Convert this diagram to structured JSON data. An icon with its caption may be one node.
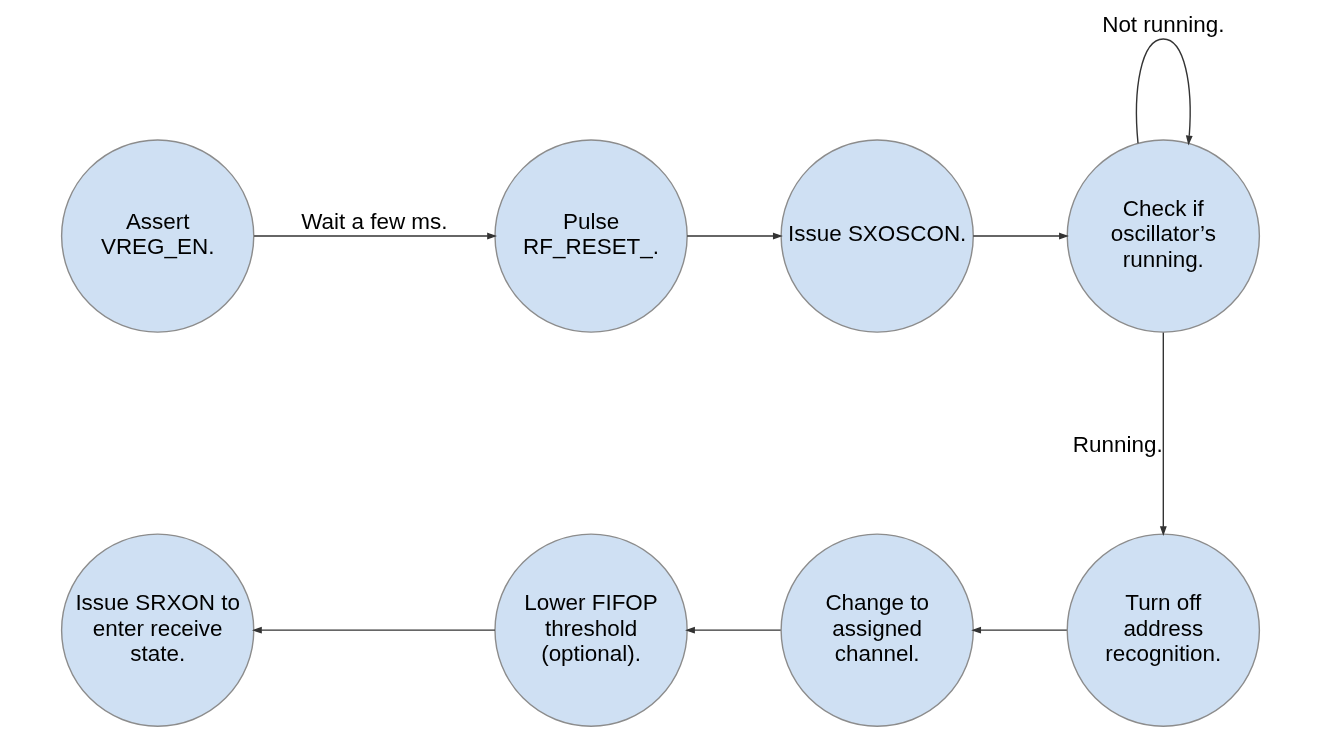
{
  "diagram": {
    "nodes": [
      {
        "text": [
          "Assert VREG_EN."
        ]
      },
      {
        "text": [
          "Pulse RF_RESET_."
        ]
      },
      {
        "text": [
          "Issue SXOSCON."
        ]
      },
      {
        "text": [
          "Check if oscillator’s running."
        ]
      },
      {
        "text": [
          "Turn off address recognition."
        ]
      },
      {
        "text": [
          "Change to assigned channel."
        ]
      },
      {
        "text": [
          "Lower FIFOP threshold (optional)."
        ]
      },
      {
        "text": [
          "Issue SRXON to enter receive state."
        ]
      }
    ],
    "edges": [
      {
        "from": 0,
        "to": 1,
        "arrow": "to",
        "label": "Wait a few ms."
      },
      {
        "from": 1,
        "to": 2,
        "arrow": "to"
      },
      {
        "from": 2,
        "to": 3,
        "arrow": "to"
      },
      {
        "from": 3,
        "to": 3,
        "arrow": "to",
        "label": "Not running."
      },
      {
        "from": 3,
        "to": 4,
        "arrow": "to",
        "label": "Running."
      },
      {
        "from": 4,
        "to": 5,
        "arrow": "to"
      },
      {
        "from": 5,
        "to": 6,
        "arrow": "to"
      },
      {
        "from": 6,
        "to": 7,
        "arrow": "to"
      }
    ]
  }
}
